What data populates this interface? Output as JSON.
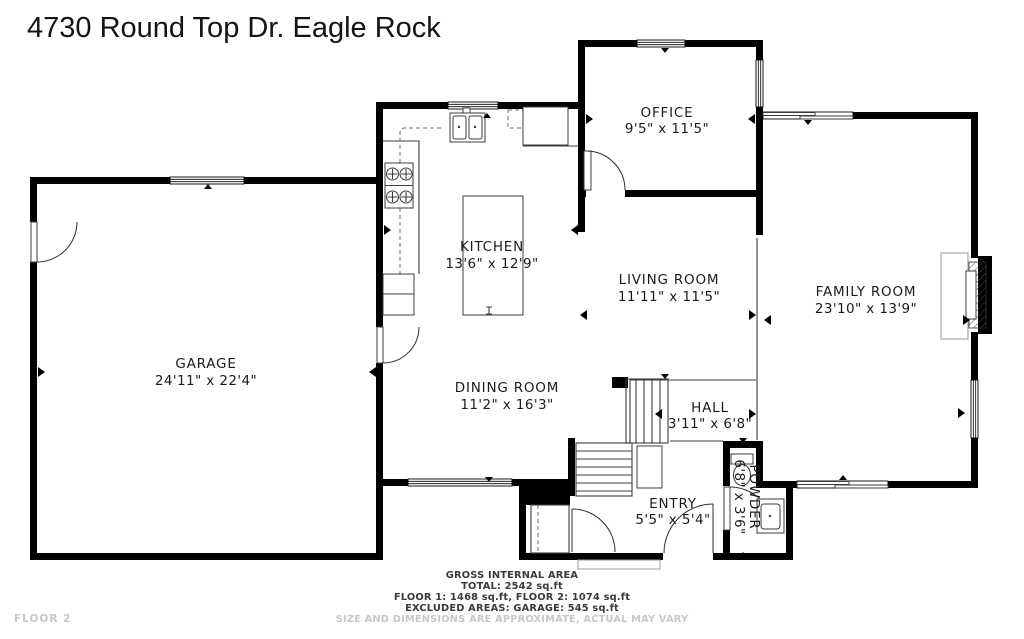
{
  "title": "4730 Round Top Dr. Eagle Rock",
  "floor_label": "FLOOR 2",
  "rooms": {
    "garage": {
      "name": "GARAGE",
      "dims": "24'11\" x 22'4\""
    },
    "kitchen": {
      "name": "KITCHEN",
      "dims": "13'6\" x 12'9\""
    },
    "office": {
      "name": "OFFICE",
      "dims": "9'5\" x 11'5\""
    },
    "living_room": {
      "name": "LIVING ROOM",
      "dims": "11'11\" x 11'5\""
    },
    "family_room": {
      "name": "FAMILY ROOM",
      "dims": "23'10\" x 13'9\""
    },
    "dining_room": {
      "name": "DINING ROOM",
      "dims": "11'2\" x 16'3\""
    },
    "hall": {
      "name": "HALL",
      "dims": "3'11\" x 6'8\""
    },
    "entry": {
      "name": "ENTRY",
      "dims": "5'5\" x 5'4\""
    },
    "powder": {
      "name": "POWDER",
      "dims": "6'8\" x 3'6\""
    }
  },
  "footer": {
    "line1": "GROSS INTERNAL AREA",
    "line2": "TOTAL: 2542 sq.ft",
    "line3": "FLOOR 1: 1468 sq.ft, FLOOR 2: 1074 sq.ft",
    "line4": "EXCLUDED AREAS: GARAGE: 545 sq.ft",
    "line5": "SIZE AND DIMENSIONS ARE APPROXIMATE, ACTUAL MAY VARY"
  },
  "colors": {
    "wall": "#000000",
    "label_text": "#1c1c1c",
    "muted_text": "#c0c0c0"
  }
}
